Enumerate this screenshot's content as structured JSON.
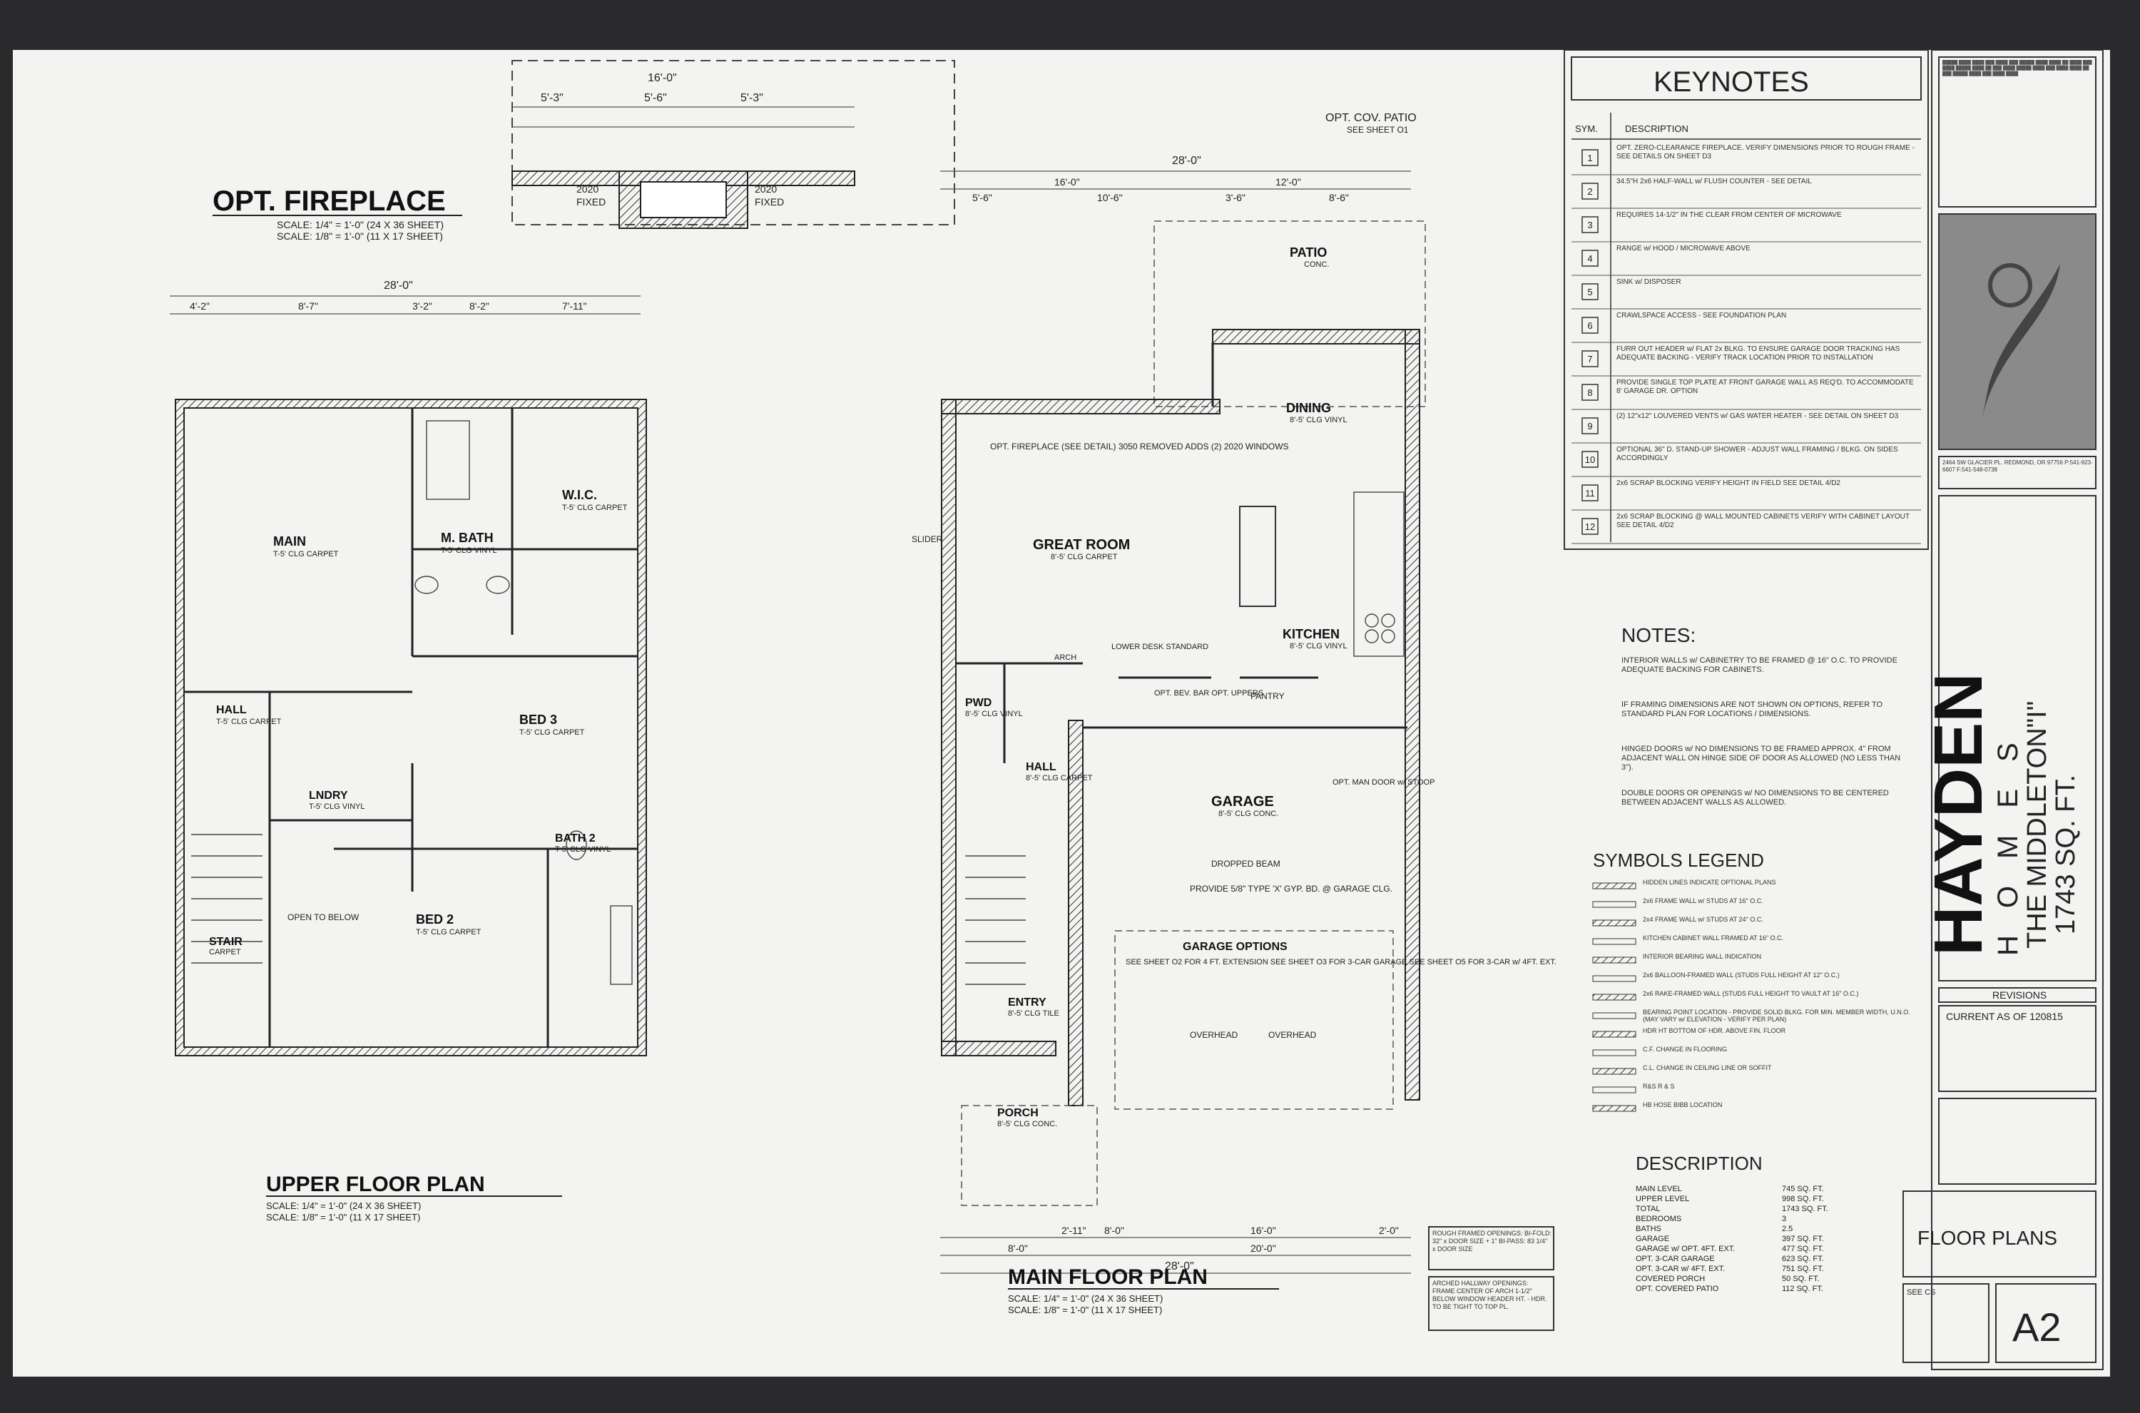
{
  "sheet": {
    "keynotes_title": "KEYNOTES",
    "keynotes_header_sym": "SYM.",
    "keynotes_header_desc": "DESCRIPTION",
    "keynotes": [
      {
        "sym": "1",
        "text": "OPT. ZERO-CLEARANCE FIREPLACE. VERIFY DIMENSIONS PRIOR TO ROUGH FRAME - SEE DETAILS ON SHEET D3"
      },
      {
        "sym": "2",
        "text": "34.5\"H 2x6 HALF-WALL w/ FLUSH COUNTER - SEE DETAIL"
      },
      {
        "sym": "3",
        "text": "REQUIRES 14-1/2\" IN THE CLEAR FROM CENTER OF MICROWAVE"
      },
      {
        "sym": "4",
        "text": "RANGE w/ HOOD / MICROWAVE ABOVE"
      },
      {
        "sym": "5",
        "text": "SINK w/ DISPOSER"
      },
      {
        "sym": "6",
        "text": "CRAWLSPACE ACCESS - SEE FOUNDATION PLAN"
      },
      {
        "sym": "7",
        "text": "FURR OUT HEADER w/ FLAT 2x BLKG. TO ENSURE GARAGE DOOR TRACKING HAS ADEQUATE BACKING - VERIFY TRACK LOCATION PRIOR TO INSTALLATION"
      },
      {
        "sym": "8",
        "text": "PROVIDE SINGLE TOP PLATE AT FRONT GARAGE WALL AS REQ'D. TO ACCOMMODATE 8' GARAGE DR. OPTION"
      },
      {
        "sym": "9",
        "text": "(2) 12\"x12\" LOUVERED VENTS w/ GAS WATER HEATER - SEE DETAIL ON SHEET D3"
      },
      {
        "sym": "10",
        "text": "OPTIONAL 36\" D. STAND-UP SHOWER - ADJUST WALL FRAMING / BLKG. ON SIDES ACCORDINGLY"
      },
      {
        "sym": "11",
        "text": "2x6 SCRAP BLOCKING VERIFY HEIGHT IN FIELD SEE DETAIL 4/D2"
      },
      {
        "sym": "12",
        "text": "2x6 SCRAP BLOCKING @ WALL MOUNTED CABINETS VERIFY WITH CABINET LAYOUT SEE DETAIL 4/D2"
      }
    ],
    "notes_title": "NOTES:",
    "notes": [
      "INTERIOR WALLS w/ CABINETRY TO BE FRAMED @ 16\" O.C. TO PROVIDE ADEQUATE BACKING FOR CABINETS.",
      "IF FRAMING DIMENSIONS ARE NOT SHOWN ON OPTIONS, REFER TO STANDARD PLAN FOR LOCATIONS / DIMENSIONS.",
      "HINGED DOORS w/ NO DIMENSIONS TO BE FRAMED APPROX. 4\" FROM ADJACENT WALL ON HINGE SIDE OF DOOR AS ALLOWED (NO LESS THAN 3\").",
      "DOUBLE DOORS OR OPENINGS w/ NO DIMENSIONS TO BE CENTERED BETWEEN ADJACENT WALLS AS ALLOWED."
    ],
    "symbols_title": "SYMBOLS LEGEND",
    "symbols": [
      "HIDDEN LINES INDICATE OPTIONAL PLANS",
      "2x6 FRAME WALL w/ STUDS AT 16\" O.C.",
      "2x4 FRAME WALL w/ STUDS AT 24\" O.C.",
      "KITCHEN CABINET WALL FRAMED AT 16\" O.C.",
      "INTERIOR BEARING WALL INDICATION",
      "2x6 BALLOON-FRAMED WALL (STUDS FULL HEIGHT AT 12\" O.C.)",
      "2x6 RAKE-FRAMED WALL (STUDS FULL HEIGHT TO VAULT AT 16\" O.C.)",
      "BEARING POINT LOCATION - PROVIDE SOLID BLKG. FOR MIN. MEMBER WIDTH, U.N.O. (MAY VARY w/ ELEVATION - VERIFY PER PLAN)",
      "HDR HT  BOTTOM OF HDR. ABOVE FIN. FLOOR",
      "C.F.  CHANGE IN FLOORING",
      "C.L.  CHANGE IN CEILING LINE OR SOFFIT",
      "R&S  R & S",
      "HB  HOSE BIBB LOCATION"
    ],
    "description_title": "DESCRIPTION",
    "description": [
      {
        "label": "MAIN LEVEL",
        "value": "745 SQ. FT."
      },
      {
        "label": "UPPER LEVEL",
        "value": "998 SQ. FT."
      },
      {
        "label": "TOTAL",
        "value": "1743 SQ. FT."
      },
      {
        "label": "BEDROOMS",
        "value": "3"
      },
      {
        "label": "BATHS",
        "value": "2.5"
      },
      {
        "label": "GARAGE",
        "value": "397 SQ. FT."
      },
      {
        "label": "GARAGE w/ OPT. 4FT. EXT.",
        "value": "477 SQ. FT."
      },
      {
        "label": "OPT. 3-CAR GARAGE",
        "value": "623 SQ. FT."
      },
      {
        "label": "OPT. 3-CAR w/ 4FT. EXT.",
        "value": "751 SQ. FT."
      },
      {
        "label": "COVERED PORCH",
        "value": "50 SQ. FT."
      },
      {
        "label": "OPT. COVERED PATIO",
        "value": "112 SQ. FT."
      }
    ],
    "rough_openings": "ROUGH FRAMED OPENINGS: BI-FOLD: 32\" x DOOR SIZE + 1\" BI-PASS: 83 1/4\" x DOOR SIZE",
    "arched_hallway": "ARCHED HALLWAY OPENINGS: FRAME CENTER OF ARCH 1-1/2\" BELOW WINDOW HEADER HT. - HDR. TO BE TIGHT TO TOP PL.",
    "address": "2464 SW GLACIER PL. REDMOND, OR 97756 P:541-923-6607 F:541-548-0738",
    "company": "HAYDEN",
    "company_sub": "HOMES",
    "plan_name": "THE MIDDLETON\"I\"",
    "plan_sqft": "1743 SQ. FT.",
    "revisions": "REVISIONS",
    "current_as_of": "CURRENT AS OF 120815",
    "sheet_title": "FLOOR PLANS",
    "see_cs": "SEE CS",
    "sheet_number": "A2",
    "upper_title": "UPPER FLOOR PLAN",
    "upper_scale1": "SCALE: 1/4\" = 1'-0\" (24 X 36 SHEET)",
    "upper_scale2": "SCALE: 1/8\" = 1'-0\" (11 X 17 SHEET)",
    "main_title": "MAIN FLOOR PLAN",
    "main_scale1": "SCALE: 1/4\" = 1'-0\" (24 X 36 SHEET)",
    "main_scale2": "SCALE: 1/8\" = 1'-0\" (11 X 17 SHEET)",
    "fireplace_title": "OPT. FIREPLACE",
    "fireplace_scale1": "SCALE: 1/4\" = 1'-0\" (24 X 36 SHEET)",
    "fireplace_scale2": "SCALE: 1/8\" = 1'-0\" (11 X 17 SHEET)",
    "cov_patio": "OPT. COV. PATIO",
    "see_sheet_o1": "SEE SHEET O1"
  },
  "upper_rooms": [
    {
      "name": "MAIN",
      "sub": "T-5' CLG CARPET"
    },
    {
      "name": "M. BATH",
      "sub": "T-5' CLG VINYL"
    },
    {
      "name": "W.I.C.",
      "sub": "T-5' CLG CARPET"
    },
    {
      "name": "BED 3",
      "sub": "T-5' CLG CARPET"
    },
    {
      "name": "HALL",
      "sub": "T-5' CLG CARPET"
    },
    {
      "name": "LNDRY",
      "sub": "T-5' CLG VINYL"
    },
    {
      "name": "BATH 2",
      "sub": "T-5' CLG VINYL"
    },
    {
      "name": "BED 2",
      "sub": "T-5' CLG CARPET"
    },
    {
      "name": "STAIR",
      "sub": "CARPET"
    },
    {
      "name": "OPEN TO BELOW",
      "sub": ""
    }
  ],
  "main_rooms": [
    {
      "name": "PATIO",
      "sub": "CONC."
    },
    {
      "name": "DINING",
      "sub": "8'-5' CLG VINYL"
    },
    {
      "name": "GREAT ROOM",
      "sub": "8'-5' CLG CARPET"
    },
    {
      "name": "KITCHEN",
      "sub": "8'-5' CLG VINYL"
    },
    {
      "name": "PWD",
      "sub": "8'-5' CLG VINYL"
    },
    {
      "name": "HALL",
      "sub": "8'-5' CLG CARPET"
    },
    {
      "name": "GARAGE",
      "sub": "8'-5' CLG CONC."
    },
    {
      "name": "ENTRY",
      "sub": "8'-5' CLG TILE"
    },
    {
      "name": "PORCH",
      "sub": "8'-5' CLG CONC."
    },
    {
      "name": "PANTRY",
      "sub": ""
    }
  ],
  "main_notes": {
    "opt_fireplace": "OPT. FIREPLACE (SEE DETAIL) 3050 REMOVED ADDS (2) 2020 WINDOWS",
    "garage_options_title": "GARAGE OPTIONS",
    "garage_options": "SEE SHEET O2 FOR 4 FT. EXTENSION SEE SHEET O3 FOR 3-CAR GARAGE SEE SHEET O5 FOR 3-CAR w/ 4FT. EXT.",
    "provide_gyp": "PROVIDE 5/8\" TYPE 'X' GYP. BD. @ GARAGE CLG.",
    "dropped_beam": "DROPPED BEAM",
    "overhead1": "OVERHEAD",
    "overhead2": "OVERHEAD",
    "slider": "SLIDER",
    "louver_desk": "LOWER DESK STANDARD",
    "opt_bev_bar": "OPT. BEV. BAR OPT. UPPERS",
    "opt_man_door": "OPT. MAN DOOR w/ STOOP",
    "arch": "ARCH"
  },
  "upper_dims_top": [
    "4'-2\"",
    "8'-7\"",
    "3'-2\"",
    "8'-2\"",
    "7'-11\""
  ],
  "upper_overall": "28'-0\"",
  "main_overall": "28'-0\"",
  "main_dims_bottom": [
    "8'-0\"",
    "2'-11\"",
    "8'-0\"",
    "16'-0\"",
    "20'-0\"",
    "2'-0\""
  ],
  "main_dims_top": [
    "16'-0\"",
    "12'-0\"",
    "5'-6\"",
    "10'-6\"",
    "3'-6\"",
    "8'-6\""
  ],
  "fireplace_dims": [
    "16'-0\"",
    "5'-3\"",
    "5'-6\"",
    "5'-3\""
  ]
}
